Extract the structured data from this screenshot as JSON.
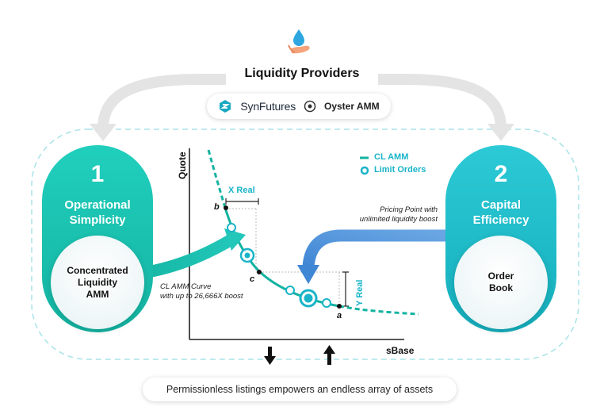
{
  "header": {
    "title": "Liquidity Providers",
    "icon": "water-drop-hand-icon"
  },
  "brands": {
    "synfutures": "SynFutures",
    "oyster": "Oyster AMM"
  },
  "left_panel": {
    "number": "1",
    "label_line1": "Operational",
    "label_line2": "Simplicity",
    "circle_line1": "Concentrated",
    "circle_line2": "Liquidity",
    "circle_line3": "AMM"
  },
  "right_panel": {
    "number": "2",
    "label_line1": "Capital",
    "label_line2": "Efficiency",
    "circle_line1": "Order",
    "circle_line2": "Book"
  },
  "chart": {
    "y_axis_label": "Quote",
    "x_axis_label": "sBase",
    "legend": {
      "cl_amm": "CL AMM",
      "limit_orders": "Limit Orders"
    },
    "x_real": "X Real",
    "y_real": "Y Real",
    "points": {
      "a": "a",
      "b": "b",
      "c": "c"
    },
    "curve_note_line1": "CL AMM Curve",
    "curve_note_line2": "with up to 26,666X boost",
    "pricing_note_line1": "Pricing Point with",
    "pricing_note_line2": "unlimited liquidity boost"
  },
  "footer": {
    "text": "Permissionless listings empowers an endless array of assets"
  },
  "colors": {
    "teal": "#14b3a1",
    "cyan": "#19b4c8",
    "blue_arrow": "#4a90d9",
    "arrow_gray": "#e3e3e3",
    "dash": "#9fe0e6"
  }
}
